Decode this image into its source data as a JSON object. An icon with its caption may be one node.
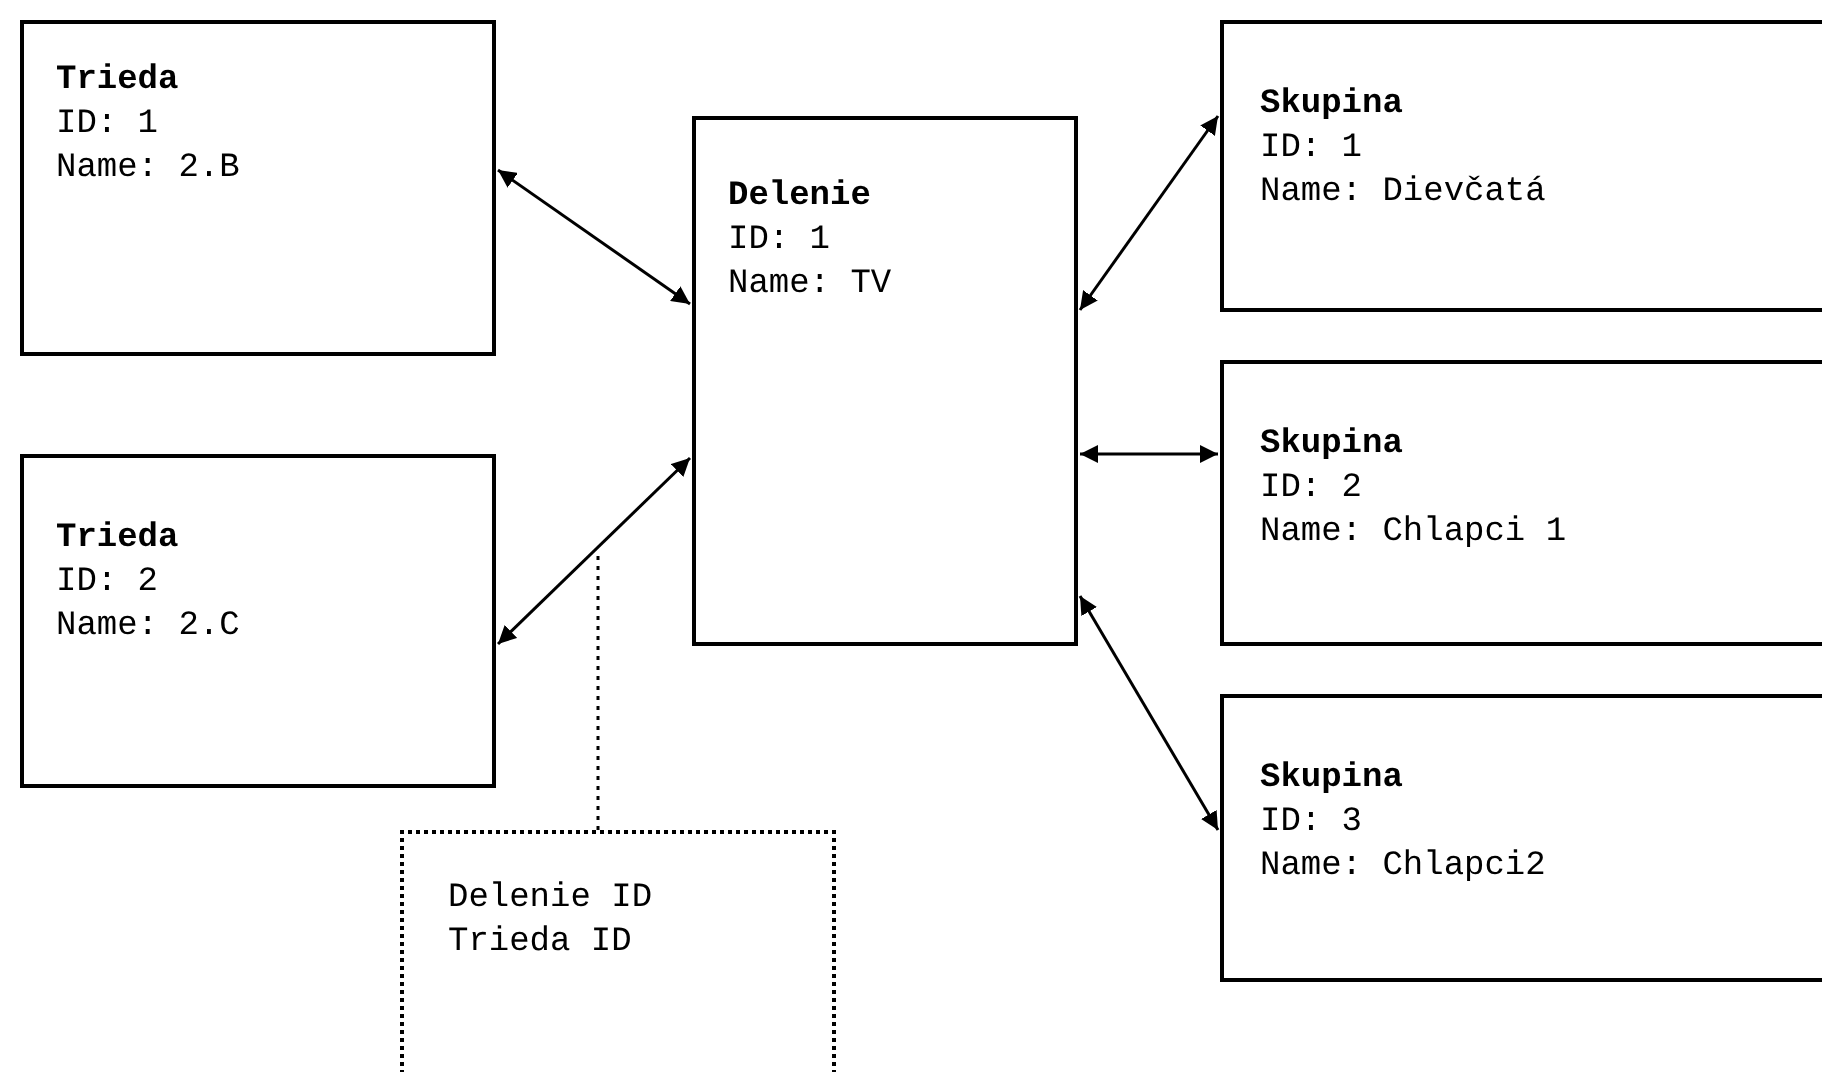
{
  "diagram": {
    "nodes": [
      {
        "text": [
          "Trieda",
          "ID: 1",
          "Name: 2.B"
        ]
      },
      {
        "text": [
          "Trieda",
          "ID: 2",
          "Name: 2.C"
        ]
      },
      {
        "text": [
          "Delenie",
          "ID: 1",
          "Name: TV"
        ]
      },
      {
        "text": [
          "Skupina",
          "ID: 1",
          "Name: Dievčatá"
        ]
      },
      {
        "text": [
          "Skupina",
          "ID: 2",
          "Name: Chlapci 1"
        ]
      },
      {
        "text": [
          "Skupina",
          "ID: 3",
          "Name: Chlapci2"
        ]
      },
      {
        "text": [
          "Delenie ID",
          "Trieda ID"
        ]
      }
    ],
    "edges": [
      {
        "from": 0,
        "to": 2,
        "arrow": "both"
      },
      {
        "from": 1,
        "to": 2,
        "arrow": "both"
      },
      {
        "from": 2,
        "to": 3,
        "arrow": "both"
      },
      {
        "from": 2,
        "to": 4,
        "arrow": "both"
      },
      {
        "from": 2,
        "to": 5,
        "arrow": "both"
      },
      {
        "from": 6,
        "to": null,
        "arrow": "none",
        "style": "dashed"
      }
    ]
  }
}
